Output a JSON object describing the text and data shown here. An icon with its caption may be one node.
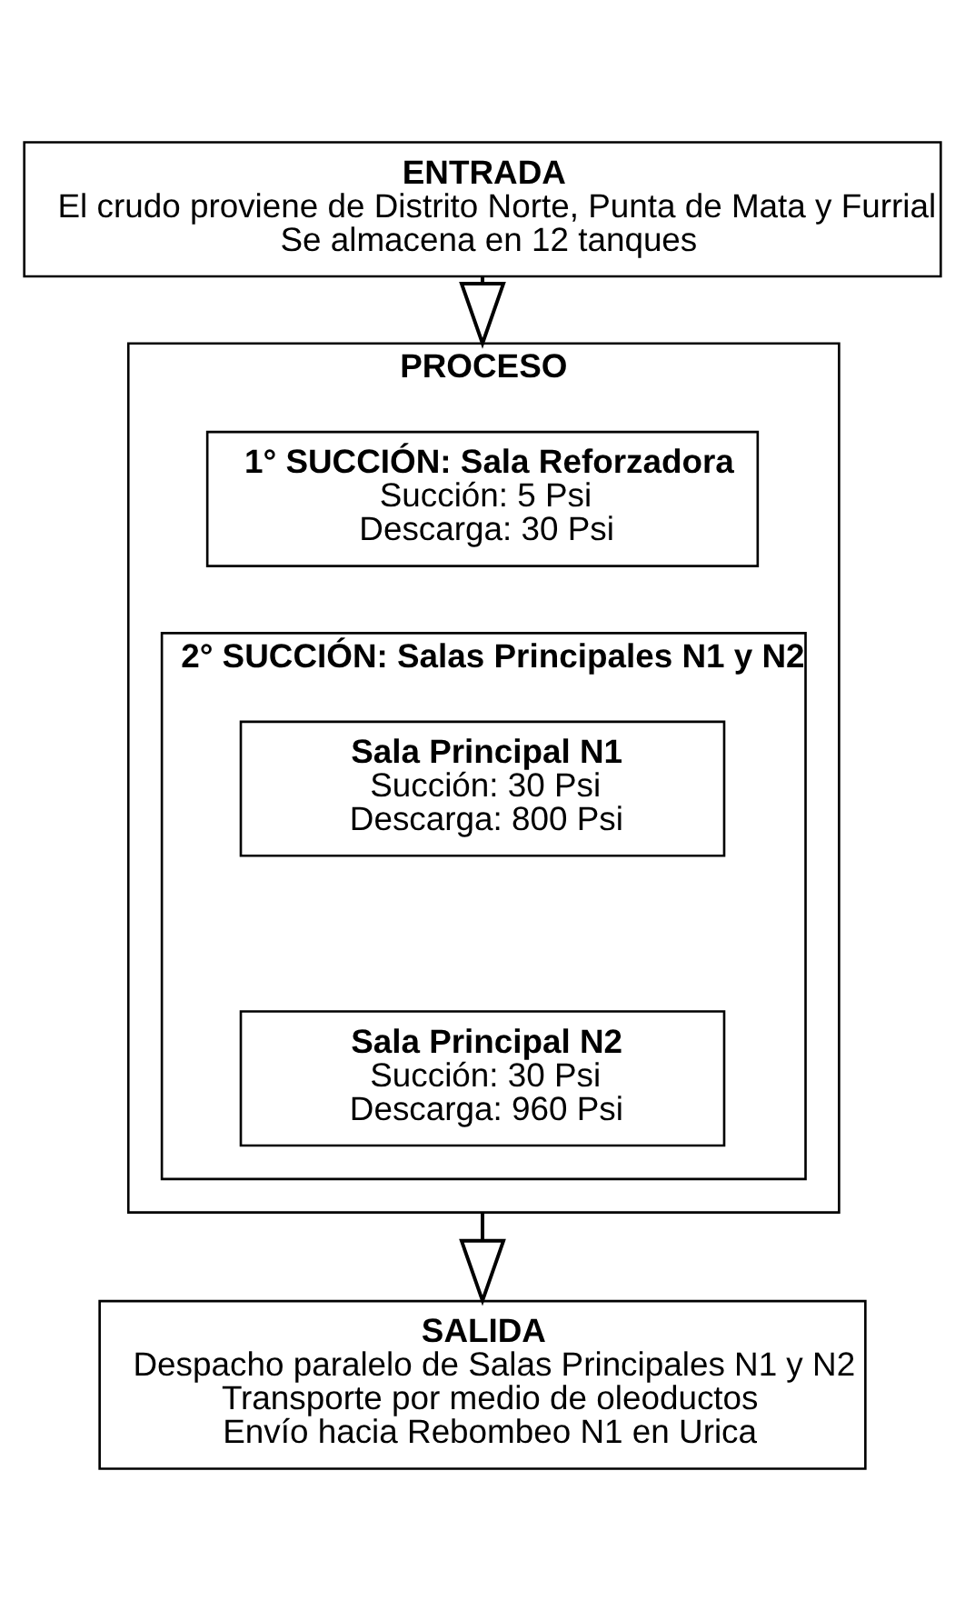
{
  "diagram": {
    "nodes": [
      {
        "text": [
          "ENTRADA",
          "El crudo proviene de Distrito Norte, Punta de Mata y Furrial",
          "Se almacena en 12 tanques"
        ]
      },
      {
        "text": [
          "PROCESO"
        ]
      },
      {
        "text": [
          "1° SUCCIÓN: Sala Reforzadora",
          "Succión: 5 Psi",
          "Descarga: 30 Psi"
        ],
        "in": 1
      },
      {
        "text": [
          "2° SUCCIÓN: Salas Principales N1 y N2"
        ],
        "in": 1
      },
      {
        "text": [
          "Sala Principal N1",
          "Succión: 30 Psi",
          "Descarga: 800 Psi"
        ],
        "in": 3
      },
      {
        "text": [
          "Sala Principal N2",
          "Succión: 30 Psi",
          "Descarga: 960 Psi"
        ],
        "in": 3
      },
      {
        "text": [
          "SALIDA",
          "Despacho paralelo de Salas Principales N1 y N2",
          "Transporte por medio de oleoductos",
          "Envío hacia Rebombeo N1 en Urica"
        ]
      }
    ],
    "edges": [
      {
        "from": 0,
        "to": 1,
        "arrow": "to"
      },
      {
        "from": 1,
        "to": 6,
        "arrow": "to"
      }
    ]
  }
}
